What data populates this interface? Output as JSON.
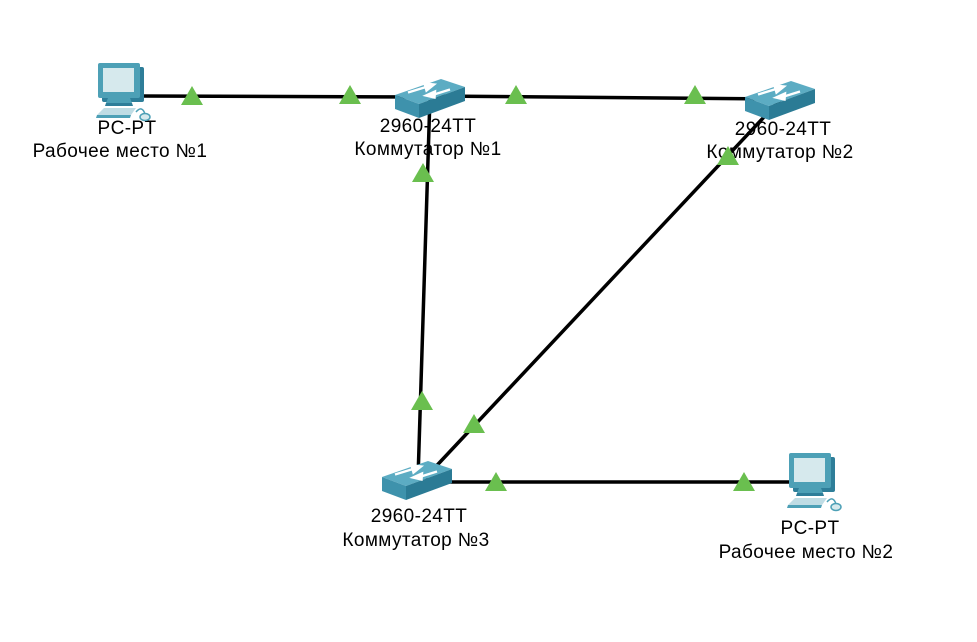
{
  "workspace": {
    "description_note": ""
  },
  "devices": [
    {
      "id": "pc1",
      "type": "pc",
      "model": "PC-PT",
      "name": "Рабочее место №1"
    },
    {
      "id": "sw1",
      "type": "switch",
      "model": "2960-24TT",
      "name": "Коммутатор №1"
    },
    {
      "id": "sw2",
      "type": "switch",
      "model": "2960-24TT",
      "name": "Коммутатор №2"
    },
    {
      "id": "sw3",
      "type": "switch",
      "model": "2960-24TT",
      "name": "Коммутатор №3"
    },
    {
      "id": "pc2",
      "type": "pc",
      "model": "PC-PT",
      "name": "Рабочее место №2"
    }
  ],
  "links": [
    {
      "from": "Рабочее место №1",
      "to": "Коммутатор №1",
      "type": "ethernet-straight",
      "status_from": "up",
      "status_to": "up",
      "indicator": "green-triangle"
    },
    {
      "from": "Коммутатор №1",
      "to": "Коммутатор №2",
      "type": "ethernet-cross",
      "status_from": "up",
      "status_to": "up",
      "indicator": "green-triangle"
    },
    {
      "from": "Коммутатор №1",
      "to": "Коммутатор №3",
      "type": "ethernet-cross",
      "status_from": "up",
      "status_to": "up",
      "indicator": "green-triangle"
    },
    {
      "from": "Коммутатор №2",
      "to": "Коммутатор №3",
      "type": "ethernet-cross",
      "status_from": "up",
      "status_to": "up",
      "indicator": "green-triangle"
    },
    {
      "from": "Коммутатор №3",
      "to": "Рабочее место №2",
      "type": "ethernet-straight",
      "status_from": "up",
      "status_to": "up",
      "indicator": "green-triangle"
    }
  ],
  "colors": {
    "background": "#FFFFFF",
    "link": "#000000",
    "link_status_up": "#6ABF4F",
    "switch_top": "#5CACC3",
    "switch_front": "#3E92AC",
    "switch_side": "#2B7B95",
    "pc_body": "#4DA0B6",
    "pc_screen": "#D6E9ED",
    "pc_shadow": "#2E7E99",
    "pc_keyboard": "#BFDCE4",
    "label_text": "#000000"
  }
}
